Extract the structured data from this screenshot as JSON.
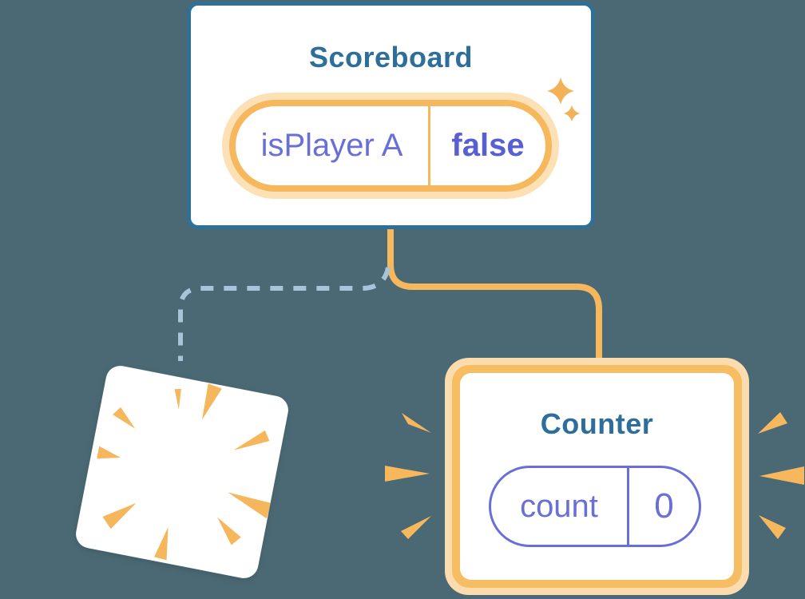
{
  "canvas": {
    "background": "#4b6974"
  },
  "scoreboard": {
    "title": "Scoreboard",
    "state": {
      "name": "isPlayer A",
      "value": "false"
    },
    "state_highlighted": true,
    "colors": {
      "card_border": "#2e7096",
      "title_text": "#2d6f9a",
      "pill_ring": "#f6b75d",
      "pill_glow": "#fce1b6",
      "state_name_text": "#6a6fd8",
      "state_value_text": "#585fd3"
    }
  },
  "counter": {
    "title": "Counter",
    "state": {
      "name": "count",
      "value": "0"
    },
    "colors": {
      "card_border": "#f7bd62",
      "card_glow": "#fbdcae",
      "title_text": "#2d6f9a",
      "pill_border": "#6a6fd8",
      "state_text": "#6a6fd8"
    }
  },
  "connectors": {
    "active_line_color": "#f6b75d",
    "removed_dashed_line_color": "#a9c4d8"
  },
  "icons": {
    "sparkles": "sparkles-icon",
    "poof_burst": "poof-burst-icon",
    "emphasis_left": "emphasis-burst-left-icon",
    "emphasis_right": "emphasis-burst-right-icon"
  },
  "accent_orange": "#f6b75d",
  "background_color": "#4b6974"
}
